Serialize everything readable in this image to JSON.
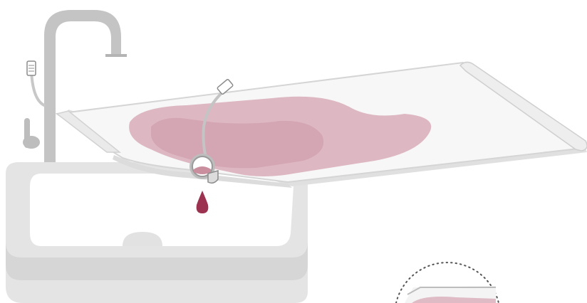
{
  "scene": {
    "colors": {
      "background": "#ffffff",
      "sink": "#e4e4e4",
      "sink_edge": "#d3d3d3",
      "sink_inner": "#ffffff",
      "faucet": "#bebebe",
      "board": "#f7f7f7",
      "board_edge": "#cfcfcf",
      "fluid": "#d8adb9",
      "fluid_dark": "#c98f9f",
      "drop": "#9b3350",
      "hose": "#c8c8c8"
    },
    "icons": [
      "sink",
      "faucet",
      "spray-hose-icon",
      "draining-board",
      "fluid-spill",
      "drain-valve-icon",
      "drip-icon",
      "detail-magnifier-circle"
    ]
  }
}
